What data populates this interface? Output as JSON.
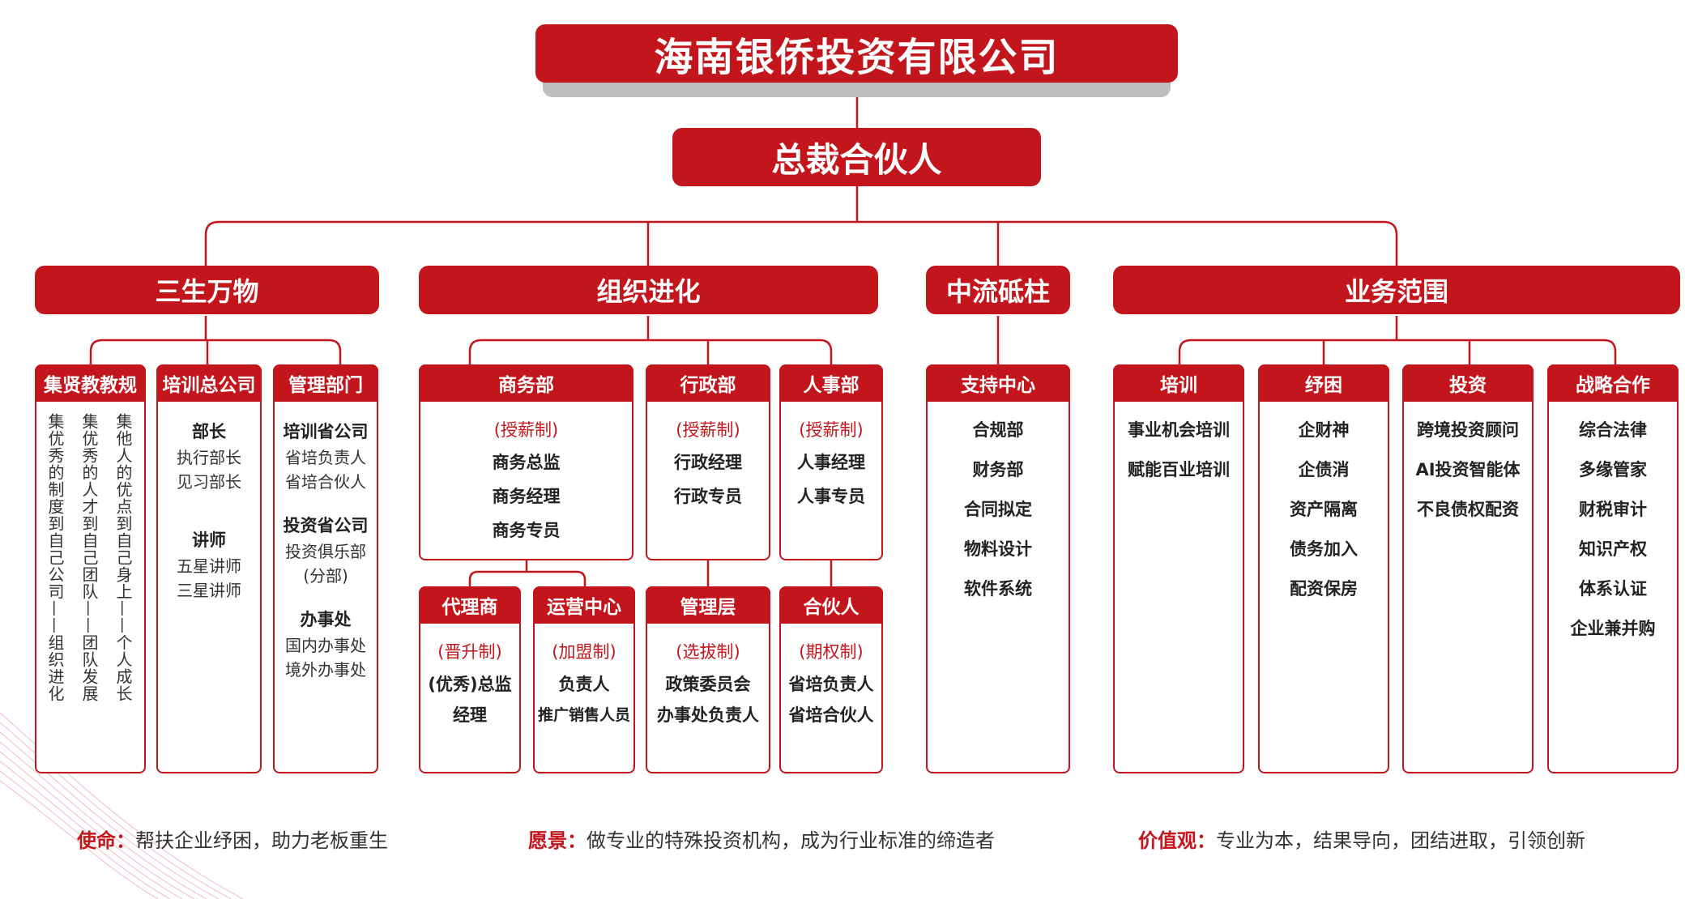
{
  "company": "海南银侨投资有限公司",
  "president": "总裁合伙人",
  "branches": {
    "sansheng": "三生万物",
    "zuzhi": "组织进化",
    "zhongliu": "中流砥柱",
    "yewu": "业务范围"
  },
  "jixian": {
    "title": "集贤教教规",
    "col1": "集他人的优点到自己身上——个人成长",
    "col2": "集优秀的人才到自己团队——团队发展",
    "col3": "集优秀的制度到自己公司——组织进化"
  },
  "peixun_zong": {
    "title": "培训总公司",
    "g1_head": "部长",
    "g1_items": [
      "执行部长",
      "见习部长"
    ],
    "g2_head": "讲师",
    "g2_items": [
      "五星讲师",
      "三星讲师"
    ]
  },
  "guanli": {
    "title": "管理部门",
    "g1_head": "培训省公司",
    "g1_items": [
      "省培负责人",
      "省培合伙人"
    ],
    "g2_head": "投资省公司",
    "g2_items": [
      "投资俱乐部",
      "(分部)"
    ],
    "g3_head": "办事处",
    "g3_items": [
      "国内办事处",
      "境外办事处"
    ]
  },
  "shangwu": {
    "title": "商务部",
    "tag": "(授薪制)",
    "items": [
      "商务总监",
      "商务经理",
      "商务专员"
    ]
  },
  "xingzheng": {
    "title": "行政部",
    "tag": "(授薪制)",
    "items": [
      "行政经理",
      "行政专员"
    ]
  },
  "renshi": {
    "title": "人事部",
    "tag": "(授薪制)",
    "items": [
      "人事经理",
      "人事专员"
    ]
  },
  "dailishang": {
    "title": "代理商",
    "tag": "(晋升制)",
    "items": [
      "(优秀)总监",
      "经理"
    ]
  },
  "yunying": {
    "title": "运营中心",
    "tag": "(加盟制)",
    "items": [
      "负责人",
      "推广销售人员"
    ]
  },
  "guanlceng": {
    "title": "管理层",
    "tag": "(选拔制)",
    "items": [
      "政策委员会",
      "办事处负责人"
    ]
  },
  "hehuoren": {
    "title": "合伙人",
    "tag": "(期权制)",
    "items": [
      "省培负责人",
      "省培合伙人"
    ]
  },
  "zhichi": {
    "title": "支持中心",
    "items": [
      "合规部",
      "财务部",
      "合同拟定",
      "物料设计",
      "软件系统"
    ]
  },
  "peixun": {
    "title": "培训",
    "items": [
      "事业机会培训",
      "赋能百业培训"
    ]
  },
  "shukun": {
    "title": "纾困",
    "items": [
      "企财神",
      "企债消",
      "资产隔离",
      "债务加入",
      "配资保房"
    ]
  },
  "touzi": {
    "title": "投资",
    "items": [
      "跨境投资顾问",
      "AI投资智能体",
      "不良债权配资"
    ]
  },
  "zhanlue": {
    "title": "战略合作",
    "items": [
      "综合法律",
      "多缘管家",
      "财税审计",
      "知识产权",
      "体系认证",
      "企业兼并购"
    ]
  },
  "footer": {
    "mission_label": "使命：",
    "mission": "帮扶企业纾困，助力老板重生",
    "vision_label": "愿景：",
    "vision": "做专业的特殊投资机构，成为行业标准的缔造者",
    "values_label": "价值观：",
    "values": "专业为本，结果导向，团结进取，引领创新"
  },
  "colors": {
    "accent": "#c3161c",
    "shadow": "#bdbdbd"
  }
}
